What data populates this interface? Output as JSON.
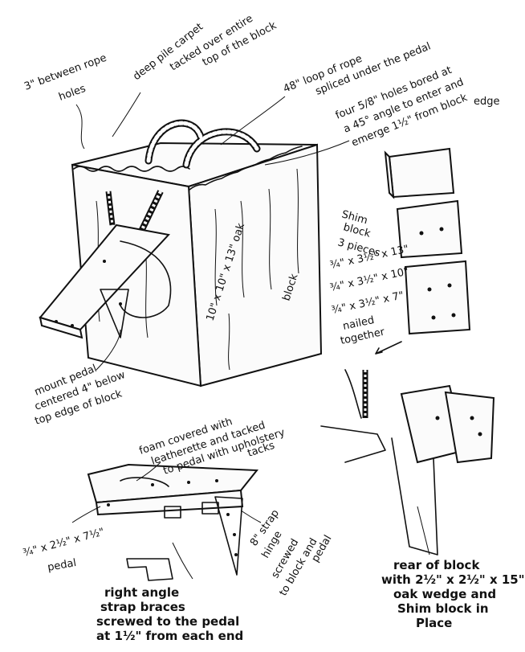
{
  "diagram": {
    "labels": {
      "rope_holes_1": "3\" between rope",
      "rope_holes_2": "holes",
      "carpet_1": "deep pile carpet",
      "carpet_2": "tacked over entire",
      "carpet_3": "top of the block",
      "rope_loop_1": "48\" loop of rope",
      "rope_loop_2": "spliced under the pedal",
      "holes_1": "four 5/8\" holes bored at",
      "holes_2": "a 45° angle to enter and",
      "holes_3": "emerge 1½\" from block",
      "holes_4": "edge",
      "shim_1": "Shim",
      "shim_2": "block",
      "shim_3": "3 pieces",
      "shim_4": "¾\" x 3½\" x 13\"",
      "shim_5": "¾\" x 3½\" x 10\"",
      "shim_6": "¾\" x 3½\" x 7\"",
      "shim_7": "nailed",
      "shim_8": "together",
      "block_1": "10\" x 10\" x 13\" oak",
      "block_2": "block",
      "mount_1": "mount pedal",
      "mount_2": "centered 4\" below",
      "mount_3": "top edge of block",
      "foam_1": "foam covered with",
      "foam_2": "leatherette and tacked",
      "foam_3": "to pedal with upholstery",
      "foam_4": "tacks",
      "pedal_1": "¾\" x 2½\" x 7½\"",
      "pedal_2": "pedal",
      "hinge_1": "8\" strap",
      "hinge_2": "hinge",
      "hinge_3": "screwed",
      "hinge_4": "to block and",
      "hinge_5": "pedal",
      "rear_1": "rear of block",
      "rear_2": "with 2½\" x 2½\" x 15\"",
      "rear_3": "oak wedge and",
      "rear_4": "Shim block in",
      "rear_5": "Place",
      "braces_1": "right angle",
      "braces_2": "strap braces",
      "braces_3": "screwed to the pedal",
      "braces_4": "at 1½\" from each end"
    }
  }
}
